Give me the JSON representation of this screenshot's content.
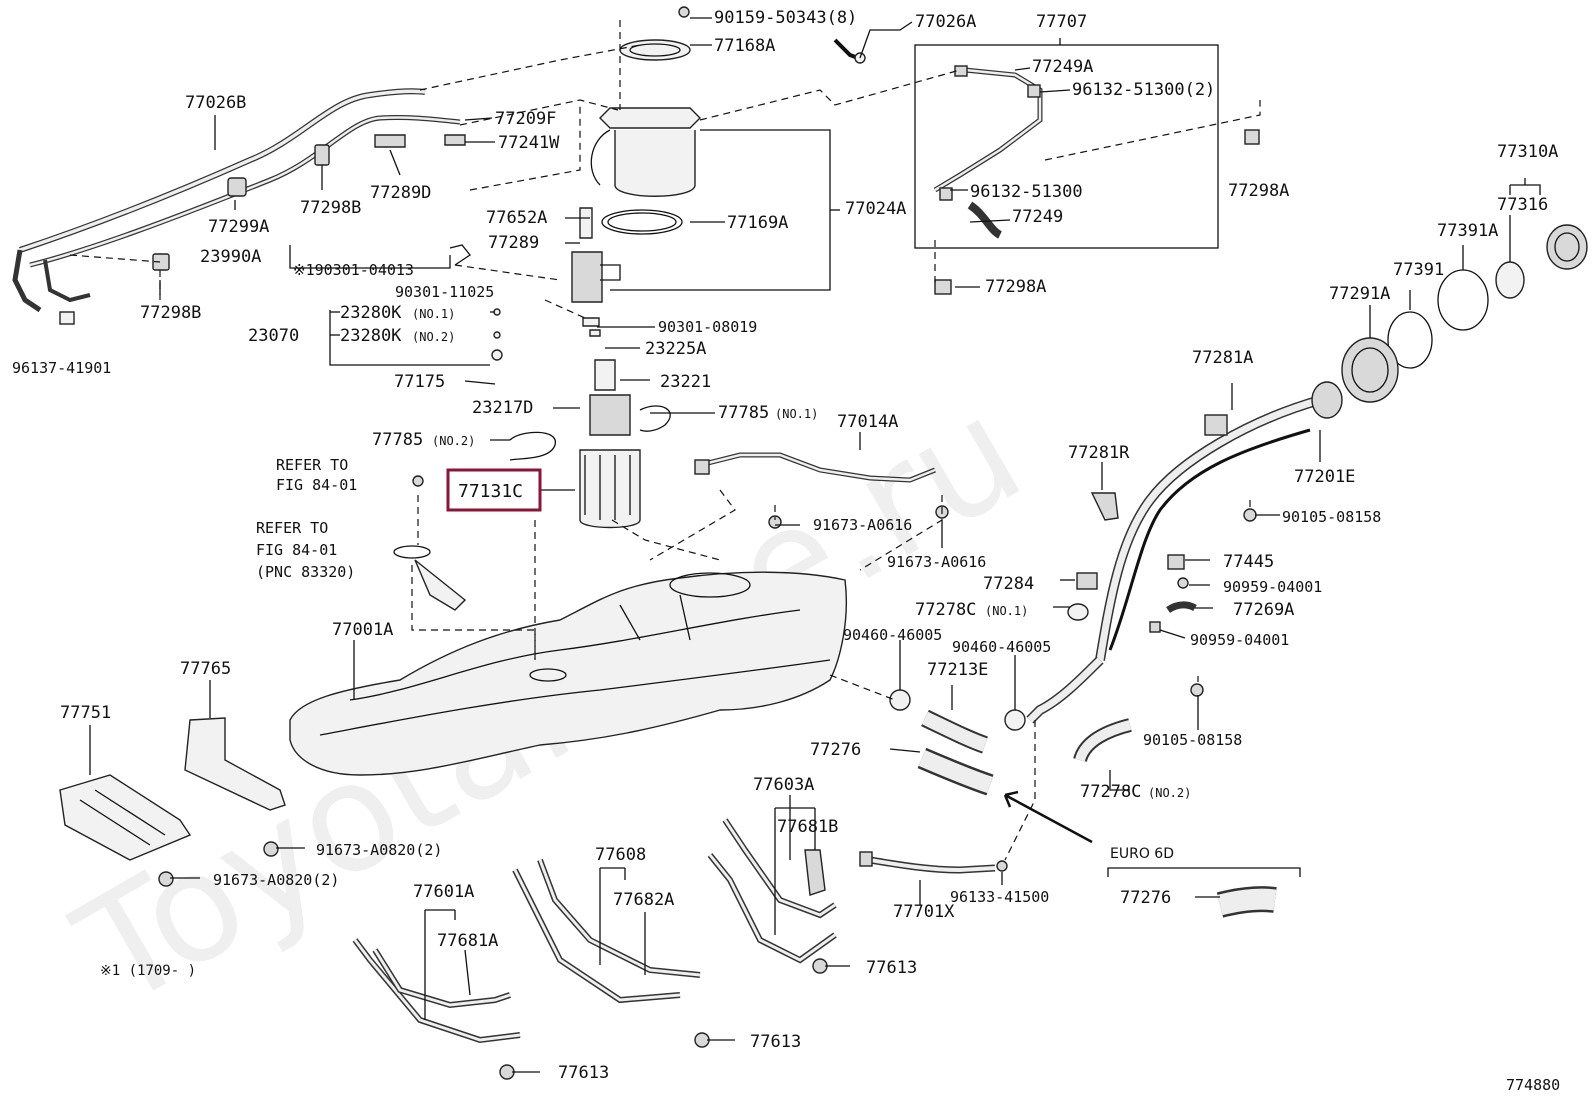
{
  "watermark": "ToyotaMine.ru",
  "diagram_number": "774880",
  "highlight_color": "#8a1538",
  "footnote": "※1 (1709-        )",
  "box_label_euro": "EURO 6D",
  "refs": {
    "ref1_line1": "REFER TO",
    "ref1_line2": "FIG 84-01",
    "ref2_line1": "REFER TO",
    "ref2_line2": "FIG 84-01",
    "ref2_line3": "(PNC 83320)"
  },
  "labels": {
    "p90159": "90159-50343(8)",
    "p77026A": "77026A",
    "p77707": "77707",
    "p77168A": "77168A",
    "p77249A": "77249A",
    "p96132a": "96132-51300(2)",
    "p77026B": "77026B",
    "p77209F": "77209F",
    "p77241W": "77241W",
    "p77299A": "77299A",
    "p77298B1": "77298B",
    "p77289D": "77289D",
    "p77024A": "77024A",
    "p77652A": "77652A",
    "p77169A": "77169A",
    "p96132b": "96132-51300",
    "p77249": "77249",
    "p77298A1": "77298A",
    "p77310A": "77310A",
    "p77316": "77316",
    "p77391A": "77391A",
    "p77289": "77289",
    "p23990A": "23990A",
    "p190301": "※190301-04013",
    "p77298A2": "77298A",
    "p77391": "77391",
    "p77291A": "77291A",
    "p77298B2": "77298B",
    "p90301_11025": "90301-11025",
    "p23280K1": "23280K",
    "p23280K1_sub": "(NO.1)",
    "p23070": "23070",
    "p23280K2": "23280K",
    "p23280K2_sub": "(NO.2)",
    "p90301_08019": "90301-08019",
    "p96137": "96137-41901",
    "p23225A": "23225A",
    "p77175": "77175",
    "p23221": "23221",
    "p77281A": "77281A",
    "p23217D": "23217D",
    "p77785_1": "77785",
    "p77785_1_sub": "(NO.1)",
    "p77785_2": "77785",
    "p77785_2_sub": "(NO.2)",
    "p77014A": "77014A",
    "p77201E": "77201E",
    "p77281R": "77281R",
    "p77131C": "77131C",
    "p91673_A0616a": "91673-A0616",
    "p90105a": "90105-08158",
    "p91673_A0616b": "91673-A0616",
    "p77445": "77445",
    "p77284": "77284",
    "p90959a": "90959-04001",
    "p77278C1": "77278C",
    "p77278C1_sub": "(NO.1)",
    "p77269A": "77269A",
    "p77001A": "77001A",
    "p90460a": "90460-46005",
    "p90959b": "90959-04001",
    "p90460b": "90460-46005",
    "p77765": "77765",
    "p77213E": "77213E",
    "p77751": "77751",
    "p90105b": "90105-08158",
    "p77276a": "77276",
    "p77603A": "77603A",
    "p77278C2": "77278C",
    "p77278C2_sub": "(NO.2)",
    "p77681B": "77681B",
    "p91673_A0820a": "91673-A0820(2)",
    "p77608": "77608",
    "p96133": "96133-41500",
    "p91673_A0820b": "91673-A0820(2)",
    "p77276b": "77276",
    "p77601A": "77601A",
    "p77682A": "77682A",
    "p77701X": "77701X",
    "p77613a": "77613",
    "p77681A": "77681A",
    "p77613b": "77613",
    "p77613c": "77613"
  }
}
